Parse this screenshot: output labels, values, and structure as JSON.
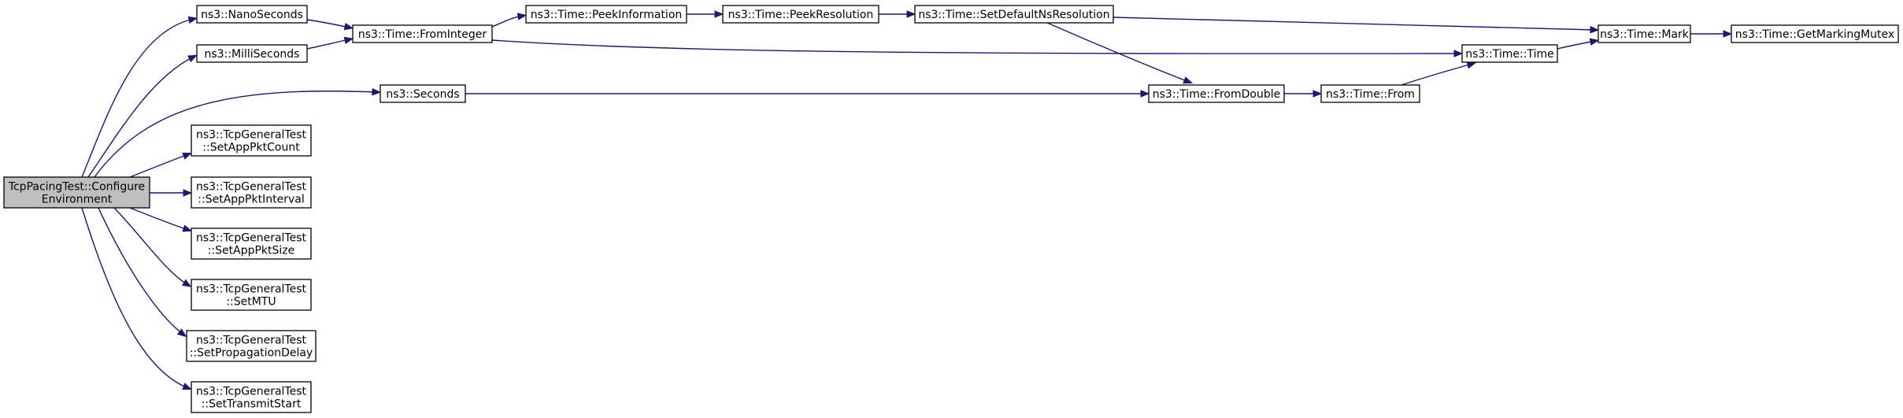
{
  "diagram": {
    "type": "call-graph",
    "colors": {
      "edge": "#191970",
      "node_border": "#000000",
      "root_fill": "#bfbfbf",
      "node_fill": "#ffffff"
    },
    "nodes": [
      {
        "id": "root",
        "lines": [
          "TcpPacingTest::Configure",
          "Environment"
        ]
      },
      {
        "id": "nano",
        "lines": [
          "ns3::NanoSeconds"
        ]
      },
      {
        "id": "milli",
        "lines": [
          "ns3::MilliSeconds"
        ]
      },
      {
        "id": "seconds",
        "lines": [
          "ns3::Seconds"
        ]
      },
      {
        "id": "count",
        "lines": [
          "ns3::TcpGeneralTest",
          "::SetAppPktCount"
        ]
      },
      {
        "id": "interval",
        "lines": [
          "ns3::TcpGeneralTest",
          "::SetAppPktInterval"
        ]
      },
      {
        "id": "size",
        "lines": [
          "ns3::TcpGeneralTest",
          "::SetAppPktSize"
        ]
      },
      {
        "id": "mtu",
        "lines": [
          "ns3::TcpGeneralTest",
          "::SetMTU"
        ]
      },
      {
        "id": "delay",
        "lines": [
          "ns3::TcpGeneralTest",
          "::SetPropagationDelay"
        ]
      },
      {
        "id": "start",
        "lines": [
          "ns3::TcpGeneralTest",
          "::SetTransmitStart"
        ]
      },
      {
        "id": "fromint",
        "lines": [
          "ns3::Time::FromInteger"
        ]
      },
      {
        "id": "peekinfo",
        "lines": [
          "ns3::Time::PeekInformation"
        ]
      },
      {
        "id": "peekres",
        "lines": [
          "ns3::Time::PeekResolution"
        ]
      },
      {
        "id": "setdef",
        "lines": [
          "ns3::Time::SetDefaultNsResolution"
        ]
      },
      {
        "id": "mark",
        "lines": [
          "ns3::Time::Mark"
        ]
      },
      {
        "id": "mutex",
        "lines": [
          "ns3::Time::GetMarkingMutex"
        ]
      },
      {
        "id": "time",
        "lines": [
          "ns3::Time::Time"
        ]
      },
      {
        "id": "fromdouble",
        "lines": [
          "ns3::Time::FromDouble"
        ]
      },
      {
        "id": "from",
        "lines": [
          "ns3::Time::From"
        ]
      }
    ],
    "edges": [
      [
        "root",
        "nano"
      ],
      [
        "root",
        "milli"
      ],
      [
        "root",
        "seconds"
      ],
      [
        "root",
        "count"
      ],
      [
        "root",
        "interval"
      ],
      [
        "root",
        "size"
      ],
      [
        "root",
        "mtu"
      ],
      [
        "root",
        "delay"
      ],
      [
        "root",
        "start"
      ],
      [
        "nano",
        "fromint"
      ],
      [
        "milli",
        "fromint"
      ],
      [
        "fromint",
        "peekinfo"
      ],
      [
        "fromint",
        "time"
      ],
      [
        "peekinfo",
        "peekres"
      ],
      [
        "peekres",
        "setdef"
      ],
      [
        "setdef",
        "mark"
      ],
      [
        "setdef",
        "fromdouble"
      ],
      [
        "mark",
        "mutex"
      ],
      [
        "time",
        "mark"
      ],
      [
        "seconds",
        "fromdouble"
      ],
      [
        "fromdouble",
        "from"
      ],
      [
        "from",
        "time"
      ]
    ]
  }
}
